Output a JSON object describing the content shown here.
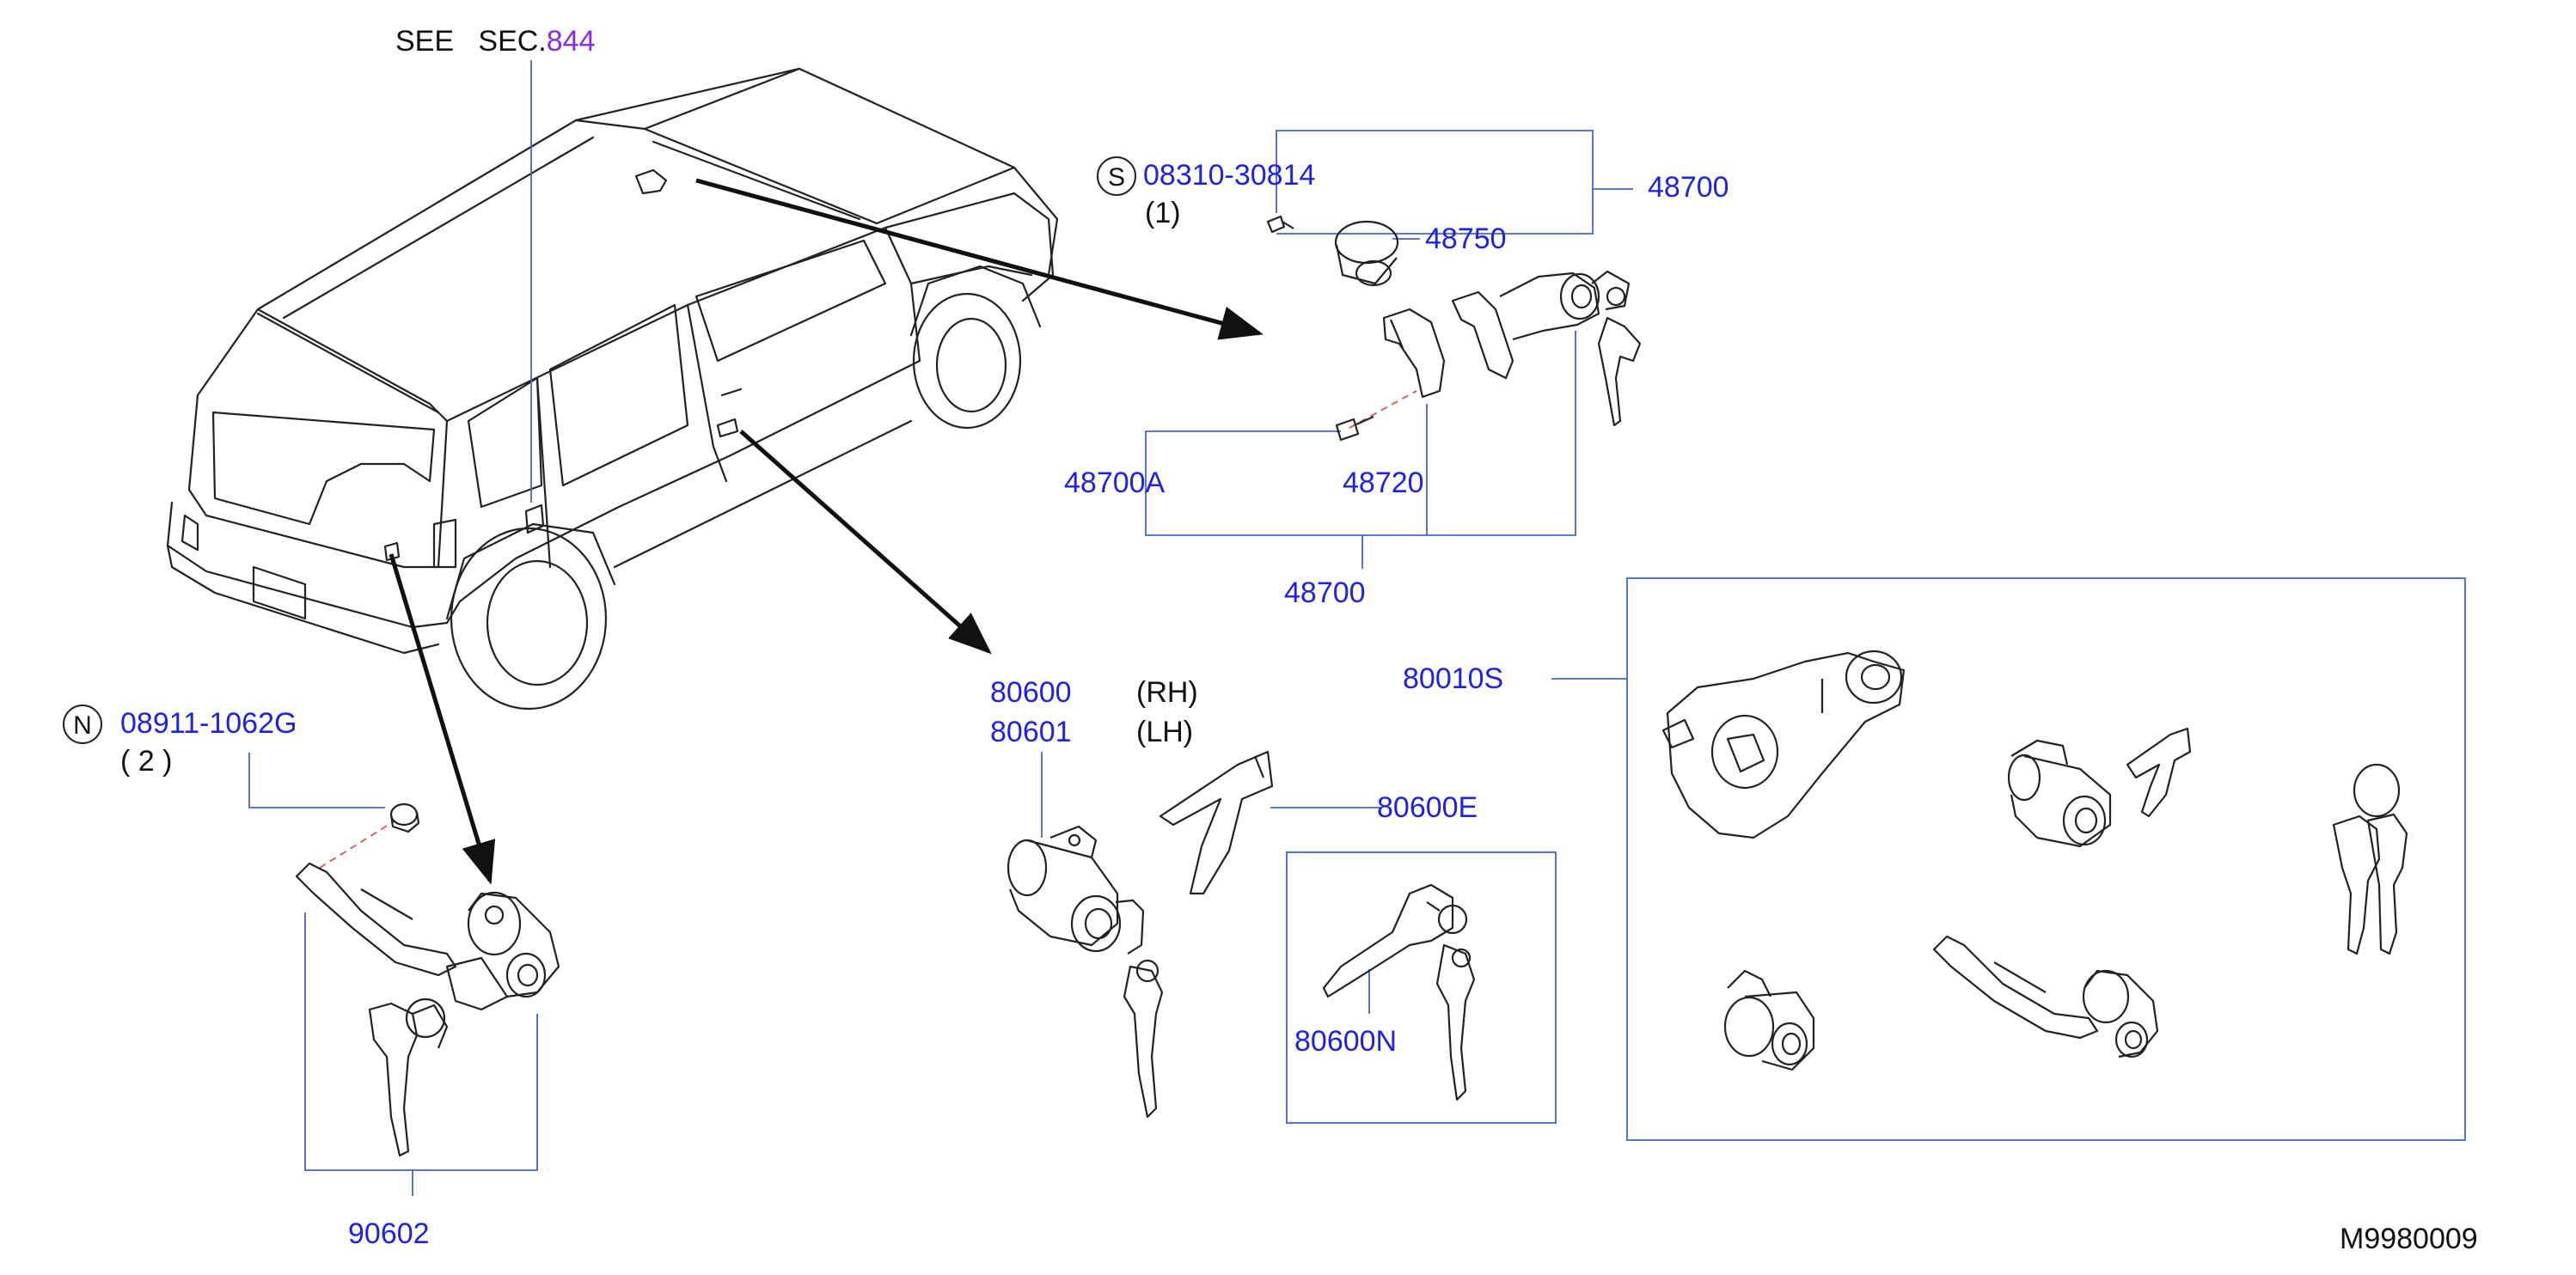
{
  "header": {
    "see_text": "SEE",
    "sec_text": "SEC.",
    "sec_number": "844"
  },
  "labels": {
    "s_circle": "S",
    "bolt_part": "08310-30814",
    "bolt_qty": "(1)",
    "p48700_top": "48700",
    "p48750": "48750",
    "p48700A": "48700A",
    "p48720": "48720",
    "p48700_bottom": "48700",
    "n_circle": "N",
    "nut_part": "08911-1062G",
    "nut_qty": "( 2 )",
    "p90602": "90602",
    "p80600": "80600",
    "rh": "(RH)",
    "p80601": "80601",
    "lh": "(LH)",
    "p80600E": "80600E",
    "p80600N": "80600N",
    "p80010S": "80010S",
    "diagram_id": "M9980009"
  },
  "colors": {
    "label": "#1f22e6",
    "text": "#111111",
    "link": "#8a2be2",
    "leader": "#4466cc",
    "center_line": "#e04040",
    "drawing": "#222222"
  }
}
